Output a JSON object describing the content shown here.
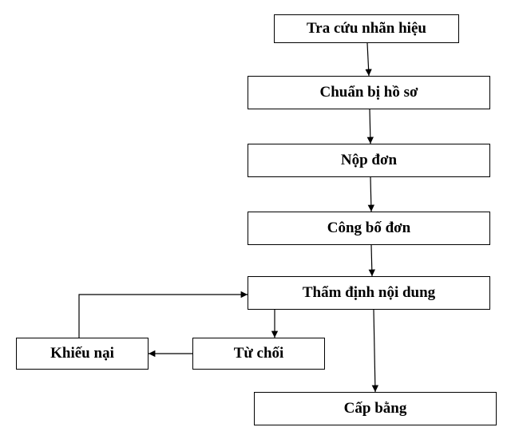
{
  "flowchart": {
    "steps": {
      "search": "Tra cứu nhãn hiệu",
      "prepare": "Chuẩn bị hồ sơ",
      "file": "Nộp đơn",
      "publish": "Công bố đơn",
      "examine": "Thẩm định nội dung",
      "refuse": "Từ chối",
      "complaint": "Khiếu nại",
      "grant": "Cấp bằng"
    },
    "line_color": "#000000",
    "box_border_color": "#000000",
    "background_color": "#ffffff"
  }
}
